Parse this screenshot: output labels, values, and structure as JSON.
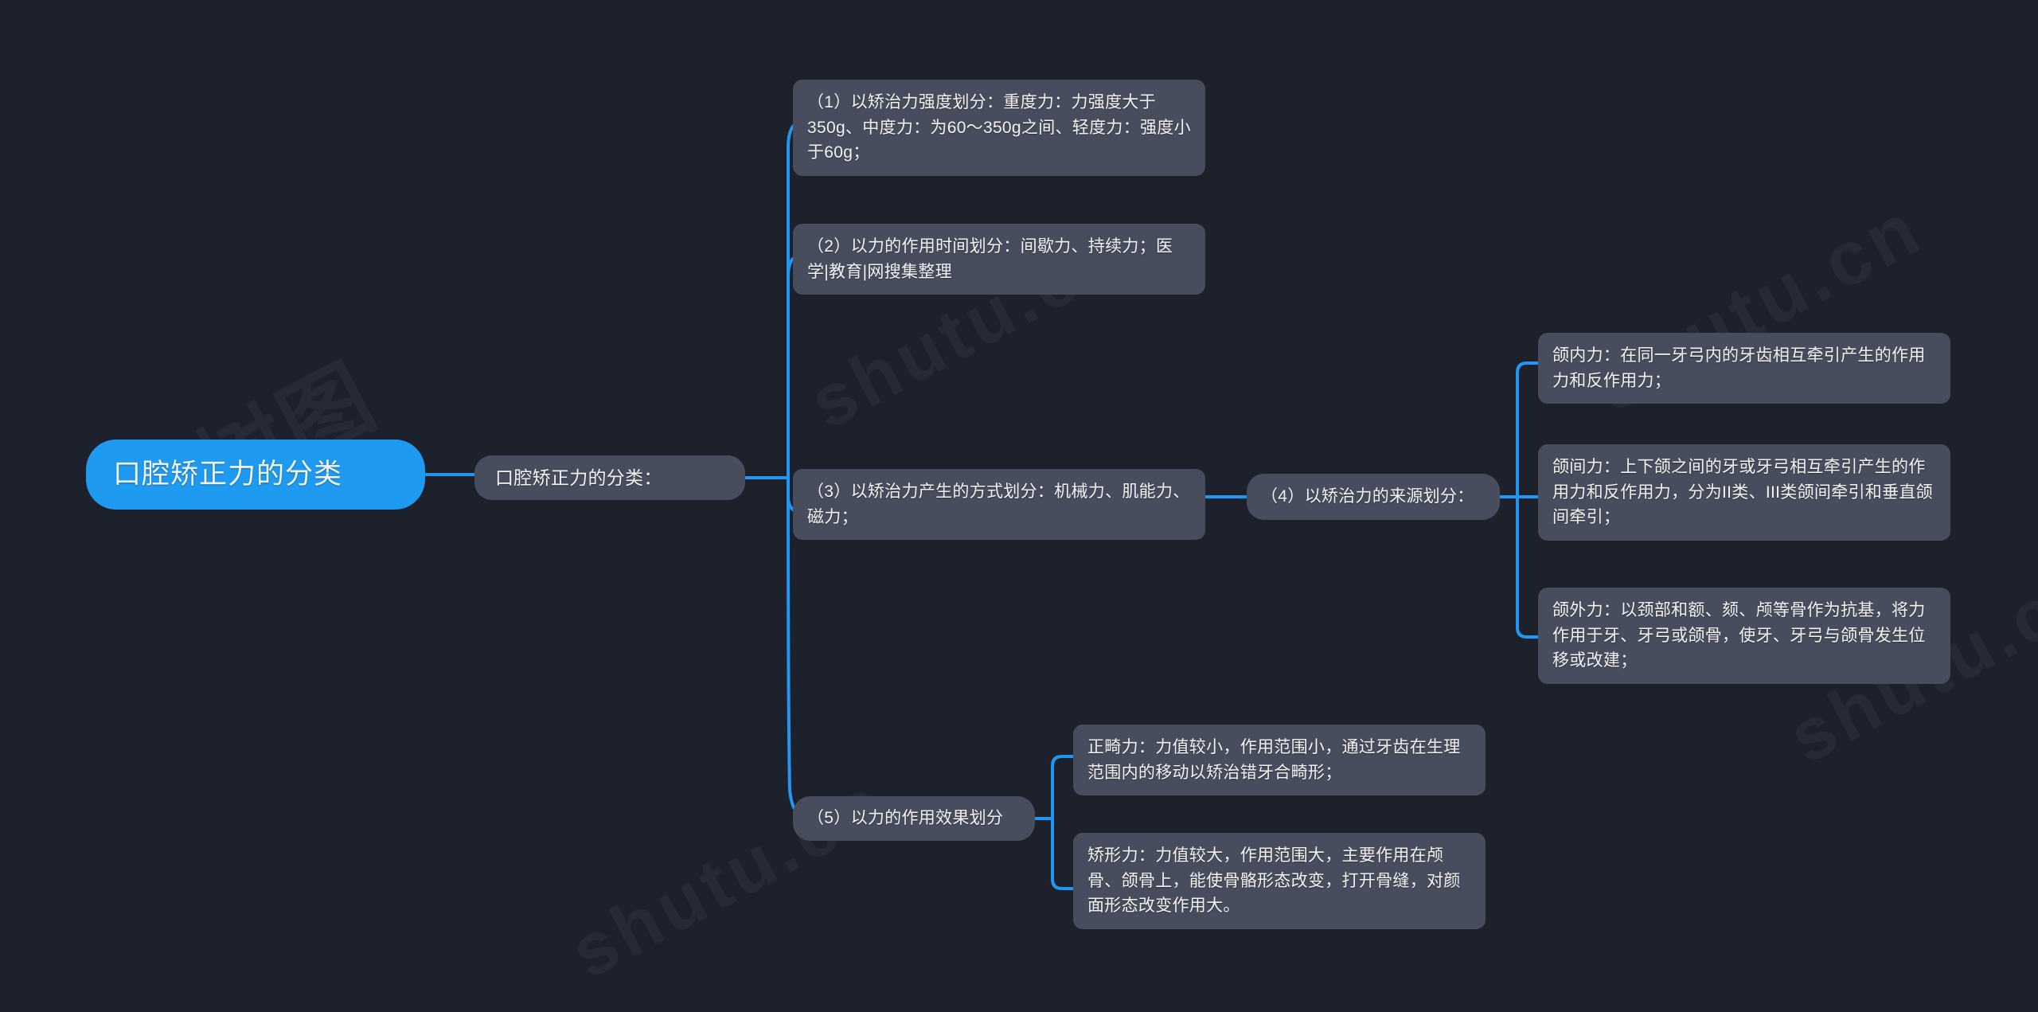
{
  "meta": {
    "background_color": "#1d212c",
    "node_color": "#474d5c",
    "root_color": "#1e9bf0",
    "link_color": "#2196f3",
    "text_color": "#f2f4f8"
  },
  "watermarks": {
    "logo": "树图",
    "site_a": "shutu.cn",
    "site_b": "shutu.cn",
    "site_c": "shutu.cn",
    "site_d": "shutu.cn"
  },
  "mindmap": {
    "root": {
      "label": "口腔矫正力的分类"
    },
    "topic": {
      "label": "口腔矫正力的分类："
    },
    "branches": [
      {
        "id": "b1",
        "label": "（1）以矫治力强度划分：重度力：力强度大于350g、中度力：为60～350g之间、轻度力：强度小于60g；"
      },
      {
        "id": "b2",
        "label": "（2）以力的作用时间划分：间歇力、持续力；医学|教育|网搜集整理"
      },
      {
        "id": "b3",
        "label": "（3）以矫治力产生的方式划分：机械力、肌能力、磁力；"
      },
      {
        "id": "b4",
        "label": "（4）以矫治力的来源划分：",
        "children": [
          {
            "id": "c1",
            "label": "颌内力：在同一牙弓内的牙齿相互牵引产生的作用力和反作用力；"
          },
          {
            "id": "c2",
            "label": "颌间力：上下颌之间的牙或牙弓相互牵引产生的作用力和反作用力，分为II类、III类颌间牵引和垂直颌间牵引；"
          },
          {
            "id": "c3",
            "label": "颌外力：以颈部和额、颏、颅等骨作为抗基，将力作用于牙、牙弓或颌骨，使牙、牙弓与颌骨发生位移或改建；"
          }
        ]
      },
      {
        "id": "b5",
        "label": "（5）以力的作用效果划分",
        "children": [
          {
            "id": "d1",
            "label": "正畸力：力值较小，作用范围小，通过牙齿在生理范围内的移动以矫治错牙合畸形；"
          },
          {
            "id": "d2",
            "label": "矫形力：力值较大，作用范围大，主要作用在颅骨、颌骨上，能使骨骼形态改变，打开骨缝，对颜面形态改变作用大。"
          }
        ]
      }
    ]
  }
}
